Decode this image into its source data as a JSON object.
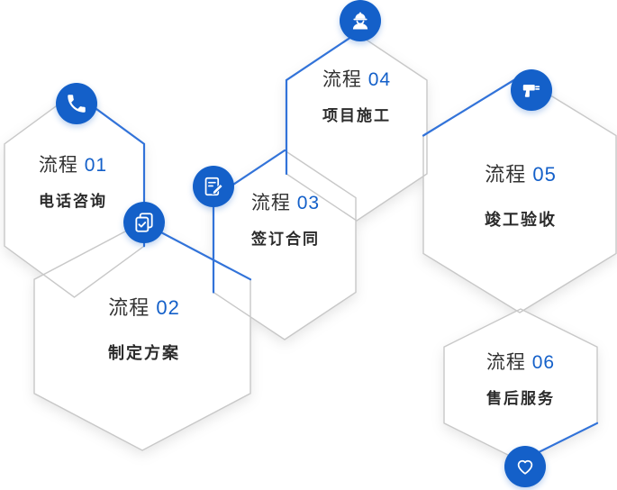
{
  "colors": {
    "accent_blue": "#1460c9",
    "edge_blue": "#3273d9",
    "edge_gray": "#c8c8c8",
    "text_dark": "#333333",
    "background": "#ffffff"
  },
  "steps": [
    {
      "prefix": "流程",
      "number": "01",
      "name": "电话咨询",
      "icon": "phone-icon"
    },
    {
      "prefix": "流程",
      "number": "02",
      "name": "制定方案",
      "icon": "documents-check-icon"
    },
    {
      "prefix": "流程",
      "number": "03",
      "name": "签订合同",
      "icon": "signature-pen-icon"
    },
    {
      "prefix": "流程",
      "number": "04",
      "name": "项目施工",
      "icon": "construction-worker-icon"
    },
    {
      "prefix": "流程",
      "number": "05",
      "name": "竣工验收",
      "icon": "drill-icon"
    },
    {
      "prefix": "流程",
      "number": "06",
      "name": "售后服务",
      "icon": "heart-icon"
    }
  ]
}
